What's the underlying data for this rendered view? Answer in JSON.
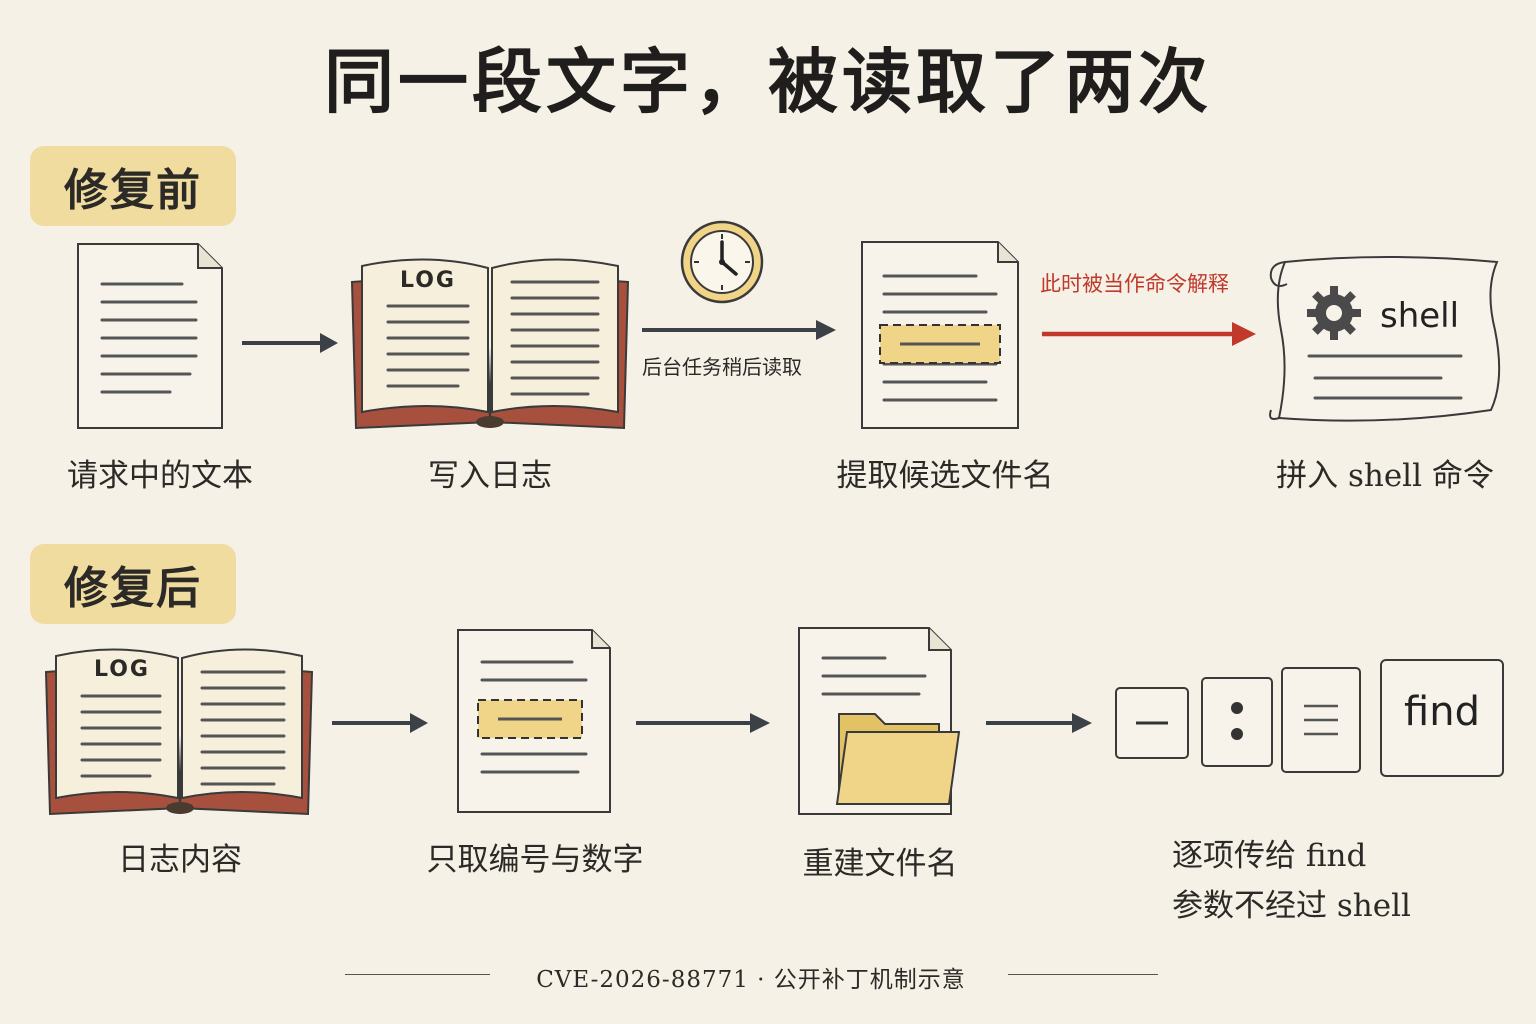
{
  "title": "同一段文字，被读取了两次",
  "before": {
    "tag": "修复前",
    "steps": [
      {
        "label": "请求中的文本"
      },
      {
        "label": "写入日志"
      },
      {
        "label": "提取候选文件名"
      },
      {
        "label": "拼入 shell 命令"
      }
    ],
    "log_text": "LOG",
    "delay_label": "后台任务稍后读取",
    "danger_label": "此时被当作命令解释",
    "shell_text": "shell"
  },
  "after": {
    "tag": "修复后",
    "steps": [
      {
        "label": "日志内容"
      },
      {
        "label": "只取编号与数字"
      },
      {
        "label": "重建文件名"
      },
      {
        "label_line1": "逐项传给 find",
        "label_line2": "参数不经过 shell"
      }
    ],
    "log_text": "LOG",
    "tokens": [
      "—",
      ":",
      "≡",
      "find"
    ]
  },
  "footer": "CVE-2026-88771 · 公开补丁机制示意",
  "colors": {
    "background": "#f5f1e6",
    "tag_highlight": "#f1dca0",
    "danger_red": "#c0392b",
    "arrow_dark": "#3b4147",
    "book_cover": "#a8503e",
    "folder_yellow": "#f0d488"
  }
}
